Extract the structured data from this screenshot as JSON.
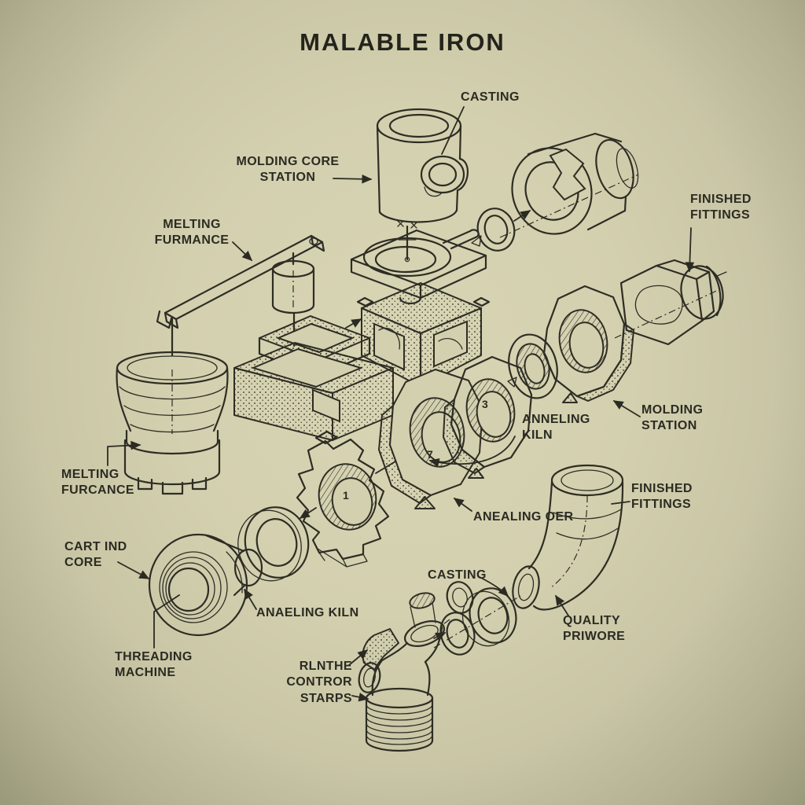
{
  "title": "MALABLE IRON",
  "labels": {
    "casting_top": "CASTING",
    "molding_core_station": "MOLDING CORE\nSTATION",
    "melting_furmance": "MELTING\nFURMANCE",
    "finished_fittings_top": "FINISHED\nFITTINGS",
    "anneling_kiln": "ANNELING\nKILN",
    "molding_station": "MOLDING\nSTATION",
    "melting_furcance": "MELTING\nFURCANCE",
    "anealing_oer": "ANEALING OER",
    "finished_fittings_right": "FINISHED\nFITTINGS",
    "cart_ind_core": "CART IND\nCORE",
    "anaeling_kiln": "ANAELING KILN",
    "threading_machine": "THREADING\nMACHINE",
    "casting_bottom": "CASTING",
    "quality_priwore": "QUALITY\nPRIWORE",
    "runtime_control_stamps": "RLNTHE\nCONTROR\nSTARPS"
  },
  "part_numbers": {
    "gear": "1",
    "kiln_ring": "3",
    "kiln_slab": "7"
  },
  "colors": {
    "paper": "#d3d0af",
    "paper_edge": "#9a9979",
    "ink": "#2e2d24"
  }
}
